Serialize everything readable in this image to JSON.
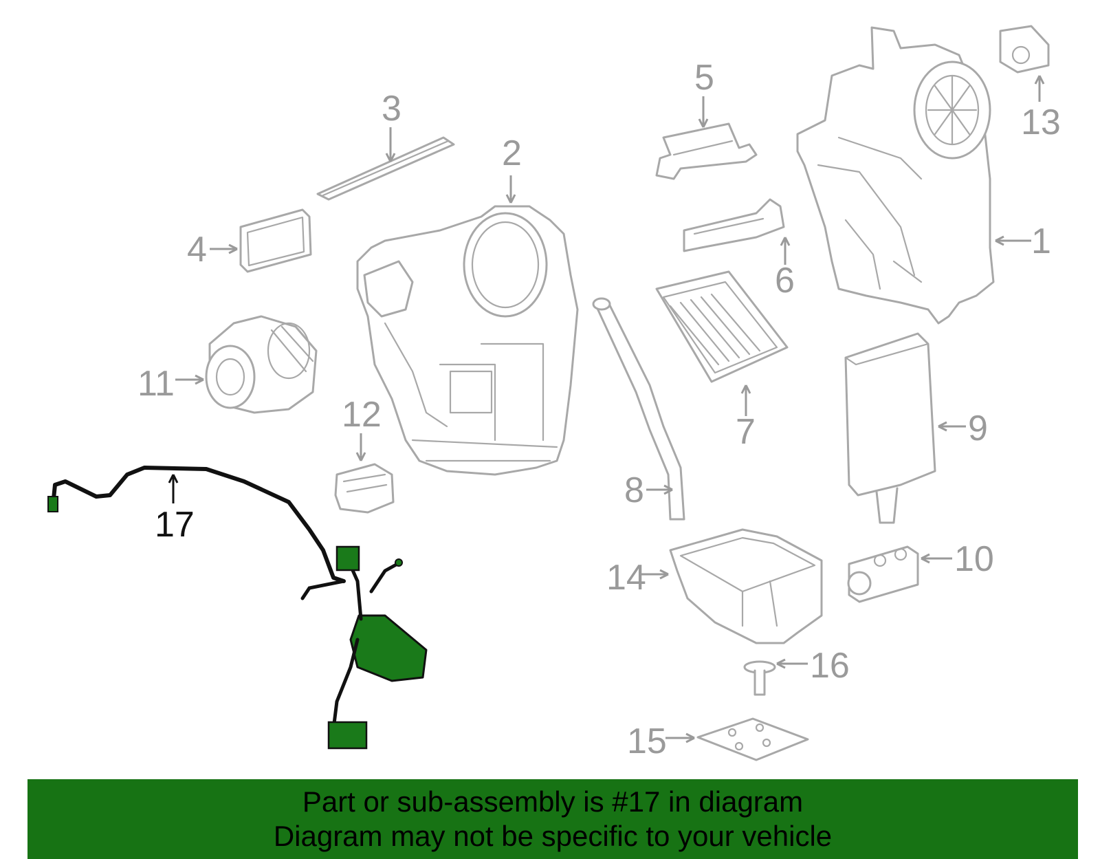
{
  "callouts": [
    "1",
    "2",
    "3",
    "4",
    "5",
    "6",
    "7",
    "8",
    "9",
    "10",
    "11",
    "12",
    "13",
    "14",
    "15",
    "16",
    "17"
  ],
  "highlight": {
    "callout": "17",
    "fill_color": "#1a7a1a",
    "wire_color": "#111111"
  },
  "colors": {
    "part_outline": "#a8a8a8",
    "callout_gray": "#9a9a9a",
    "banner_background": "#177314"
  },
  "banner": {
    "line1": "Part or sub-assembly is #17 in diagram",
    "line2": "Diagram may not be specific to your vehicle"
  }
}
